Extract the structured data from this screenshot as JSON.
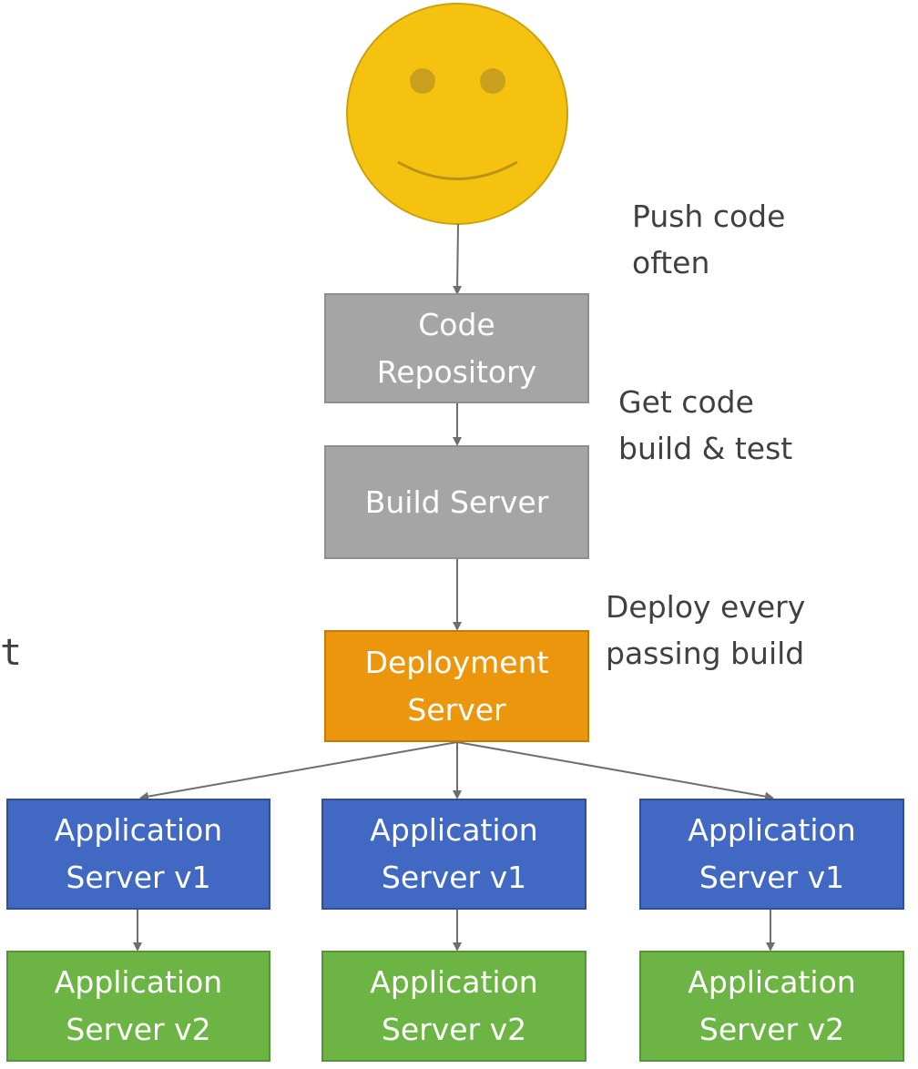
{
  "user": {
    "icon": "smiley-face-icon"
  },
  "stray_text": "t",
  "notes": {
    "push": [
      "Push code",
      "often"
    ],
    "get": [
      "Get code",
      "build & test"
    ],
    "deploy": [
      "Deploy every",
      "passing build"
    ]
  },
  "nodes": {
    "code_repository": [
      "Code",
      "Repository"
    ],
    "build_server": [
      "Build Server"
    ],
    "deployment_server": [
      "Deployment",
      "Server"
    ],
    "app_v1": [
      [
        "Application",
        "Server v1"
      ],
      [
        "Application",
        "Server v1"
      ],
      [
        "Application",
        "Server v1"
      ]
    ],
    "app_v2": [
      [
        "Application",
        "Server v2"
      ],
      [
        "Application",
        "Server v2"
      ],
      [
        "Application",
        "Server v2"
      ]
    ]
  },
  "colors": {
    "smiley_fill": "#f5c20f",
    "smiley_stroke": "#c9a20c",
    "smiley_features": "#c9a01e",
    "repository_build": "#a5a5a5",
    "deployment": "#ec960d",
    "app_v1": "#4169c4",
    "app_v2": "#6cb545",
    "arrow": "#6e6e6e"
  }
}
